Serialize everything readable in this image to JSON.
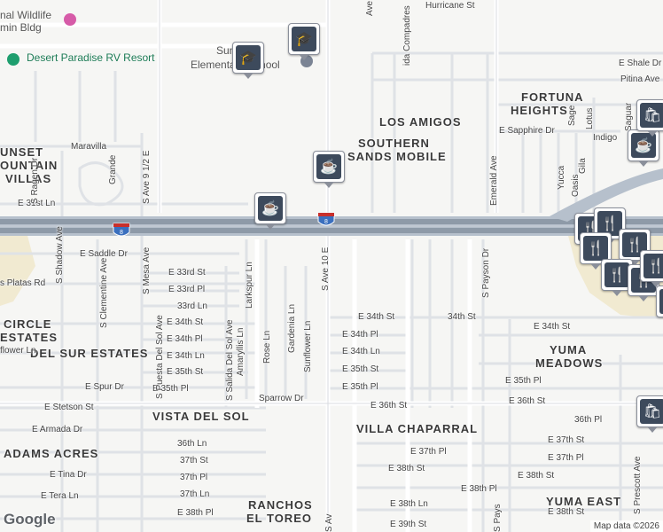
{
  "map": {
    "area_labels": {
      "los_amigos": "LOS AMIGOS",
      "fortuna_heights_1": "FORTUNA",
      "fortuna_heights_2": "HEIGHTS",
      "southern_sands_1": "SOUTHERN",
      "southern_sands_2": "SANDS MOBILE",
      "sunset_mountain_1": "UNSET",
      "sunset_mountain_2": "OUNTAIN",
      "sunset_mountain_3": "VILLAS",
      "circle_estates_1": "CIRCLE",
      "circle_estates_2": "ESTATES",
      "del_sur_estates": "DEL SUR ESTATES",
      "yuma_meadows_1": "YUMA",
      "yuma_meadows_2": "MEADOWS",
      "vista_del_sol": "VISTA DEL SOL",
      "villa_chaparral": "VILLA CHAPARRAL",
      "adams_acres": "ADAMS ACRES",
      "ranchos_el_toreo_1": "RANCHOS",
      "ranchos_el_toreo_2": "EL TOREO",
      "yuma_east": "YUMA EAST"
    },
    "poi_labels": {
      "wildlife_1": "nal Wildlife",
      "wildlife_2": "min Bldg",
      "desert_paradise": "Desert Paradise RV Resort",
      "sunrise_school_1": "Sunrise",
      "sunrise_school_2": "Elementary School"
    },
    "streets": {
      "hurricane": "Hurricane St",
      "shale": "E Shale Dr",
      "pitina": "Pitina Ave",
      "sapphire": "E Sapphire Dr",
      "indigo": "Indigo",
      "maravilla": "Maravilla",
      "e31st": "E 31st Ln",
      "saddle": "E Saddle Dr",
      "e33rd_st": "E 33rd St",
      "e33rd_pl": "E 33rd Pl",
      "ln33rd": "33rd Ln",
      "e34th_st": "E 34th St",
      "e34th_st_b": "E 34th St",
      "st34th": "34th St",
      "e34th_st_c": "E 34th St",
      "e34th_pl": "E 34th Pl",
      "e34th_pl_b": "E 34th Pl",
      "e34th_ln": "E 34th Ln",
      "e34th_ln_b": "E 34th Ln",
      "e35th_st": "E 35th St",
      "e35th_st_b": "E 35th St",
      "e35th_pl": "E 35th Pl",
      "e35th_pl_b": "E 35th Pl",
      "e35th_pl_c": "E 35th Pl",
      "spur": "E Spur Dr",
      "stetson": "E Stetson St",
      "armada": "E Armada Dr",
      "sparrow": "Sparrow Dr",
      "e36th_st": "E 36th St",
      "e36th_st_b": "E 36th St",
      "pl36th": "36th Pl",
      "ln36th": "36th Ln",
      "st37th": "37th St",
      "pl37th": "37th Pl",
      "e37th_pl": "E 37th Pl",
      "e37th_pl_b": "E 37th Pl",
      "e37th_st": "E 37th St",
      "ln37th": "37th Ln",
      "e38th_st": "E 38th St",
      "e38th_st_b": "E 38th St",
      "e38th_pl": "E 38th Pl",
      "e38th_ln": "E 38th Ln",
      "e38th_pl_b": "E 38th Pl",
      "e39th": "E 39th St",
      "tina": "E Tina Dr",
      "tera": "E Tera Ln",
      "platas": "s Platas Rd",
      "sunflower_ln_w": "flower Ln",
      "ragen": "S Ragen Dr",
      "grande": "Grande",
      "s_ave_9_half": "S Ave 9 1/2 E",
      "shadow": "S Shadow Ave",
      "clementine": "S Clementine Ave",
      "mesa": "S Mesa Ave",
      "puesta": "S Puesta Del Sol Ave",
      "salida": "S Salida Del Sol Ave",
      "larkspur": "Larkspur Ln",
      "amaryllis": "Amaryllis Ln",
      "rose": "Rose Ln",
      "gardenia": "Gardenia Ln",
      "sunflower": "Sunflower Ln",
      "ave10e": "S Ave 10 E",
      "ave_bottom": "S Av",
      "payson": "S Payson Dr",
      "payson_b": "S Pays",
      "emerald": "Emerald Ave",
      "sage": "Sage",
      "lotus": "Lotus",
      "yucca": "Yucca",
      "gila": "Gila",
      "oasis": "Oasis",
      "saguaro": "Saguar",
      "prescott": "S Prescott Ave",
      "compadres": "ida Compadres",
      "ave_top": "Ave"
    },
    "highway_shield": "8",
    "icons": [
      "school-icon",
      "school-icon",
      "coffee-icon",
      "coffee-icon",
      "restaurant-icon",
      "shopping-icon",
      "coffee-icon",
      "camera-icon",
      "place-icon"
    ],
    "google": "Google",
    "attribution": "Map data ©2026"
  }
}
